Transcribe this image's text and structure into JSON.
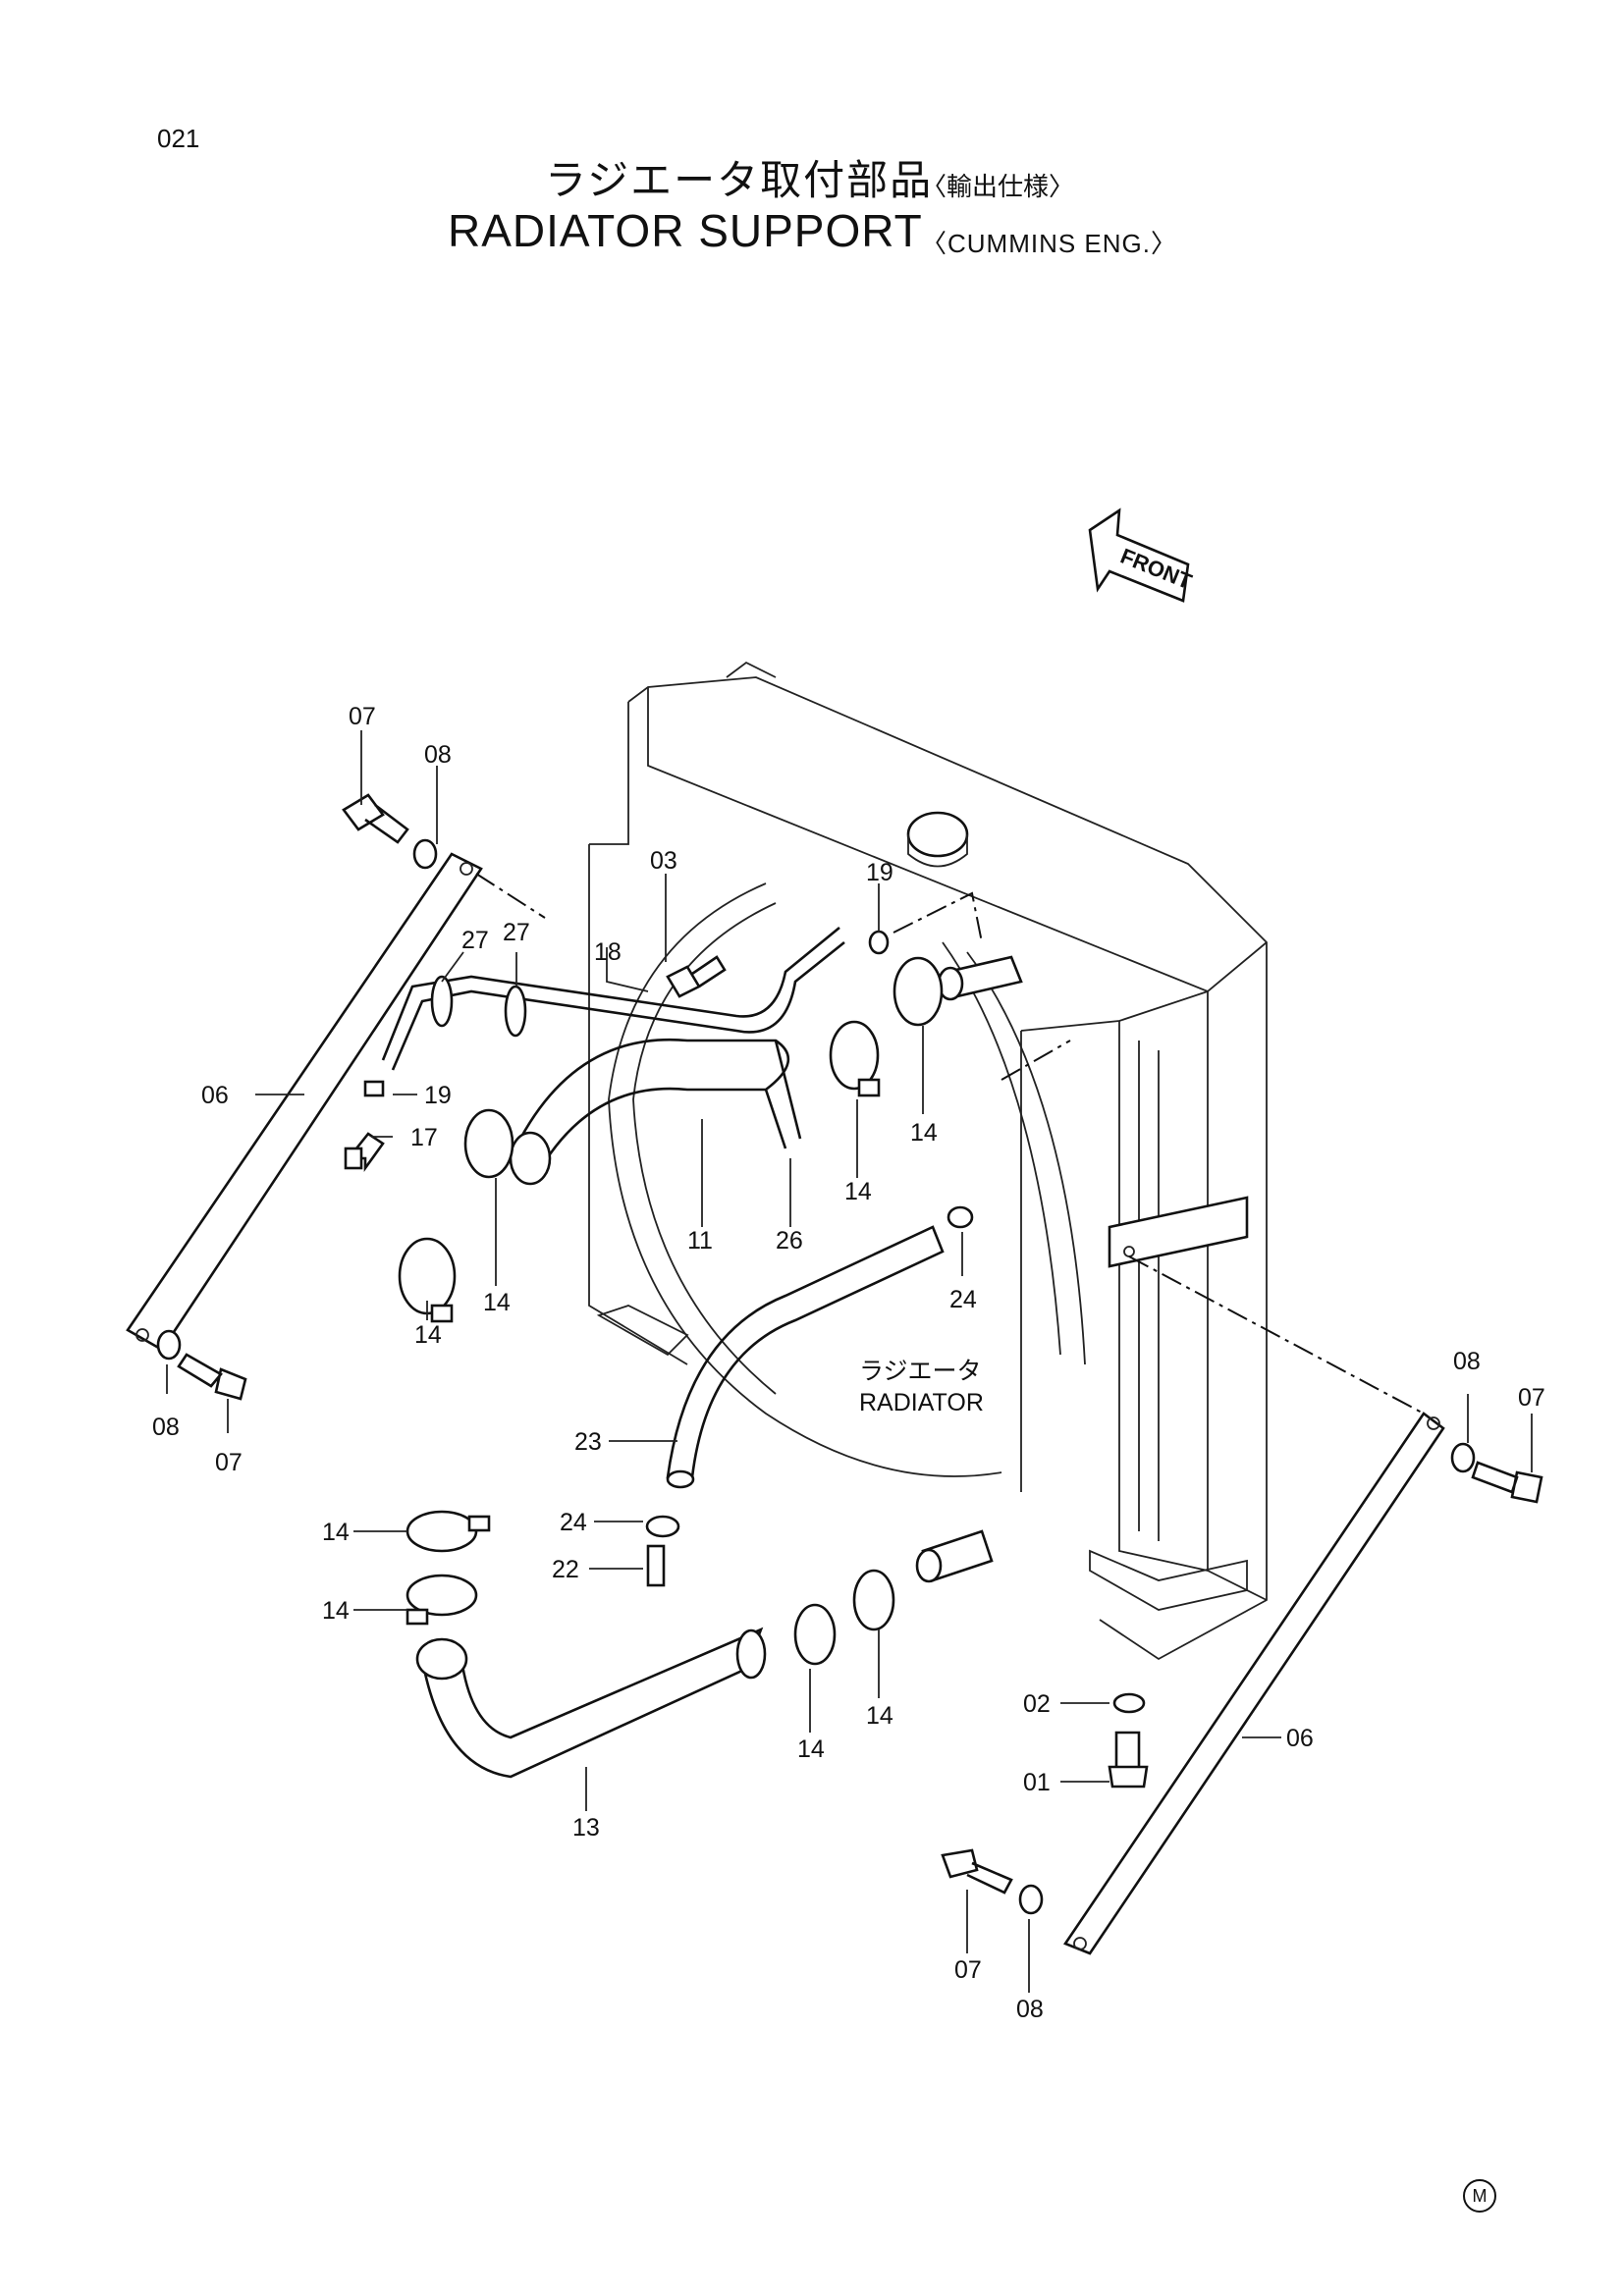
{
  "page": {
    "number": "021",
    "title_jp": "ラジエータ取付部品",
    "title_jp_sub": "〈輸出仕様〉",
    "title_en": "RADIATOR  SUPPORT",
    "title_en_sub": "〈CUMMINS  ENG.〉",
    "corner_mark": "M"
  },
  "diagram": {
    "front_label": "FRONT",
    "radiator_label_jp": "ラジエータ",
    "radiator_label_en": "RADIATOR",
    "callouts": {
      "c07a": "07",
      "c08a": "08",
      "c03": "03",
      "c19a": "19",
      "c27a": "27",
      "c27b": "27",
      "c18": "18",
      "c06a": "06",
      "c19b": "19",
      "c17": "17",
      "c14a": "14",
      "c14b": "14",
      "c11": "11",
      "c26": "26",
      "c14c": "14",
      "c14d": "14",
      "c24a": "24",
      "c08b": "08",
      "c07b": "07",
      "c23": "23",
      "c24b": "24",
      "c22": "22",
      "c14e": "14",
      "c14f": "14",
      "c14g": "14",
      "c14h": "14",
      "c13": "13",
      "c08c": "08",
      "c07c": "07",
      "c02": "02",
      "c01": "01",
      "c06b": "06",
      "c07d": "07",
      "c08d": "08"
    }
  }
}
